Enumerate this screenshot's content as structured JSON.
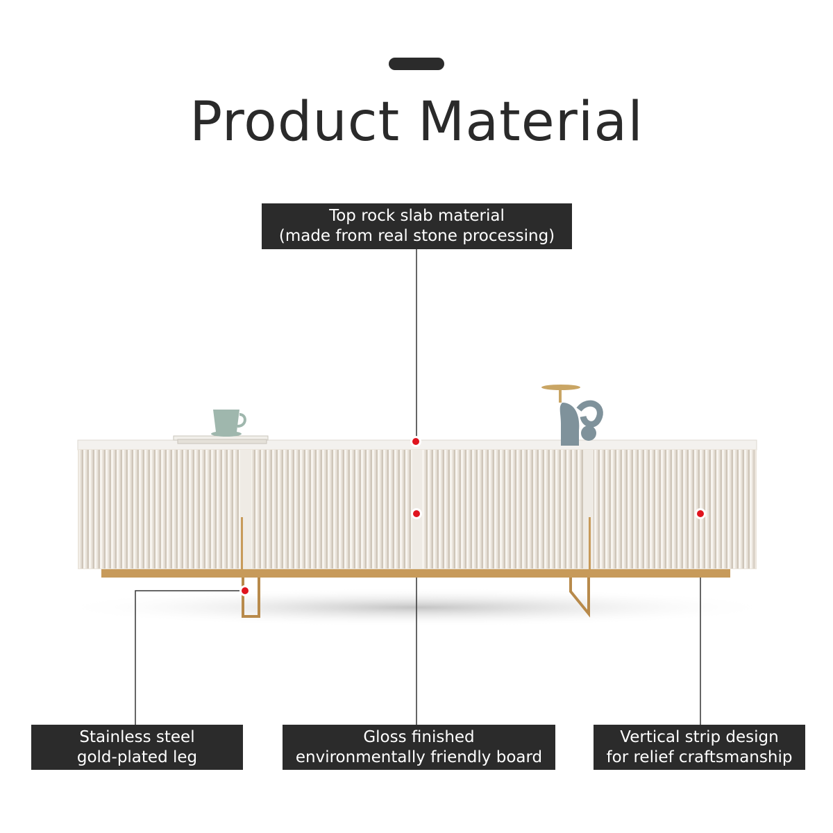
{
  "header": {
    "title": "Product Material"
  },
  "callouts": {
    "top": {
      "line1": "Top rock slab material",
      "line2": "(made from real stone processing)"
    },
    "leg": {
      "line1": "Stainless steel",
      "line2": "gold-plated leg"
    },
    "board": {
      "line1": "Gloss finished",
      "line2": "environmentally friendly board"
    },
    "strip": {
      "line1": "Vertical strip design",
      "line2": "for relief craftsmanship"
    }
  },
  "colors": {
    "label_bg": "#2b2b2b",
    "marker": "#e0141e",
    "cabinet": "#ede8e1",
    "gold": "#c79a5a"
  }
}
